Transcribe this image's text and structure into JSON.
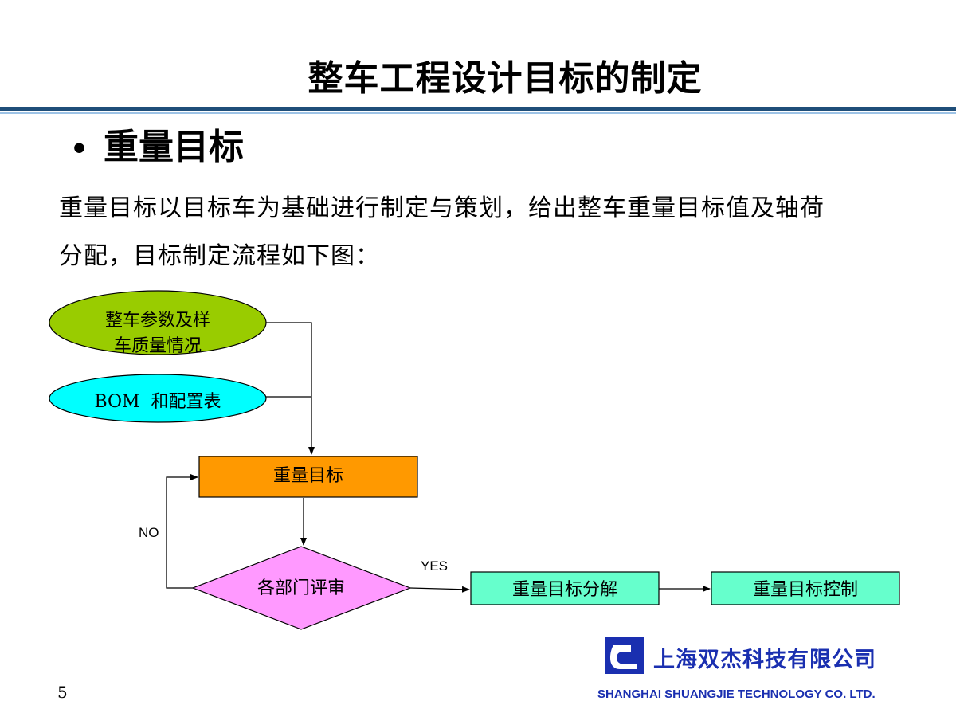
{
  "title": "整车工程设计目标的制定",
  "bullet": {
    "symbol": "•",
    "text": "重量目标"
  },
  "paragraph": {
    "line1": "重量目标以目标车为基础进行制定与策划，给出整车重量目标值及轴荷",
    "line2": "分配，目标制定流程如下图："
  },
  "flowchart": {
    "nodes": {
      "input1_line1": "整车参数及样",
      "input1_line2": "车质量情况",
      "input2": "BOM  和配置表",
      "target": "重量目标",
      "review": "各部门评审",
      "decompose": "重量目标分解",
      "control": "重量目标控制"
    },
    "edge_labels": {
      "no": "NO",
      "yes": "YES"
    },
    "colors": {
      "input1_fill": "#99cc00",
      "input2_fill": "#00ffff",
      "target_fill": "#ff9900",
      "review_fill": "#ff99ff",
      "decompose_fill": "#66ffcc",
      "control_fill": "#66ffcc"
    }
  },
  "footer": {
    "page_number": "5",
    "company_cn": "上海双杰科技有限公司",
    "company_en": "SHANGHAI SHUANGJIE TECHNOLOGY CO. LTD.",
    "brand_color": "#1a2fb0"
  }
}
